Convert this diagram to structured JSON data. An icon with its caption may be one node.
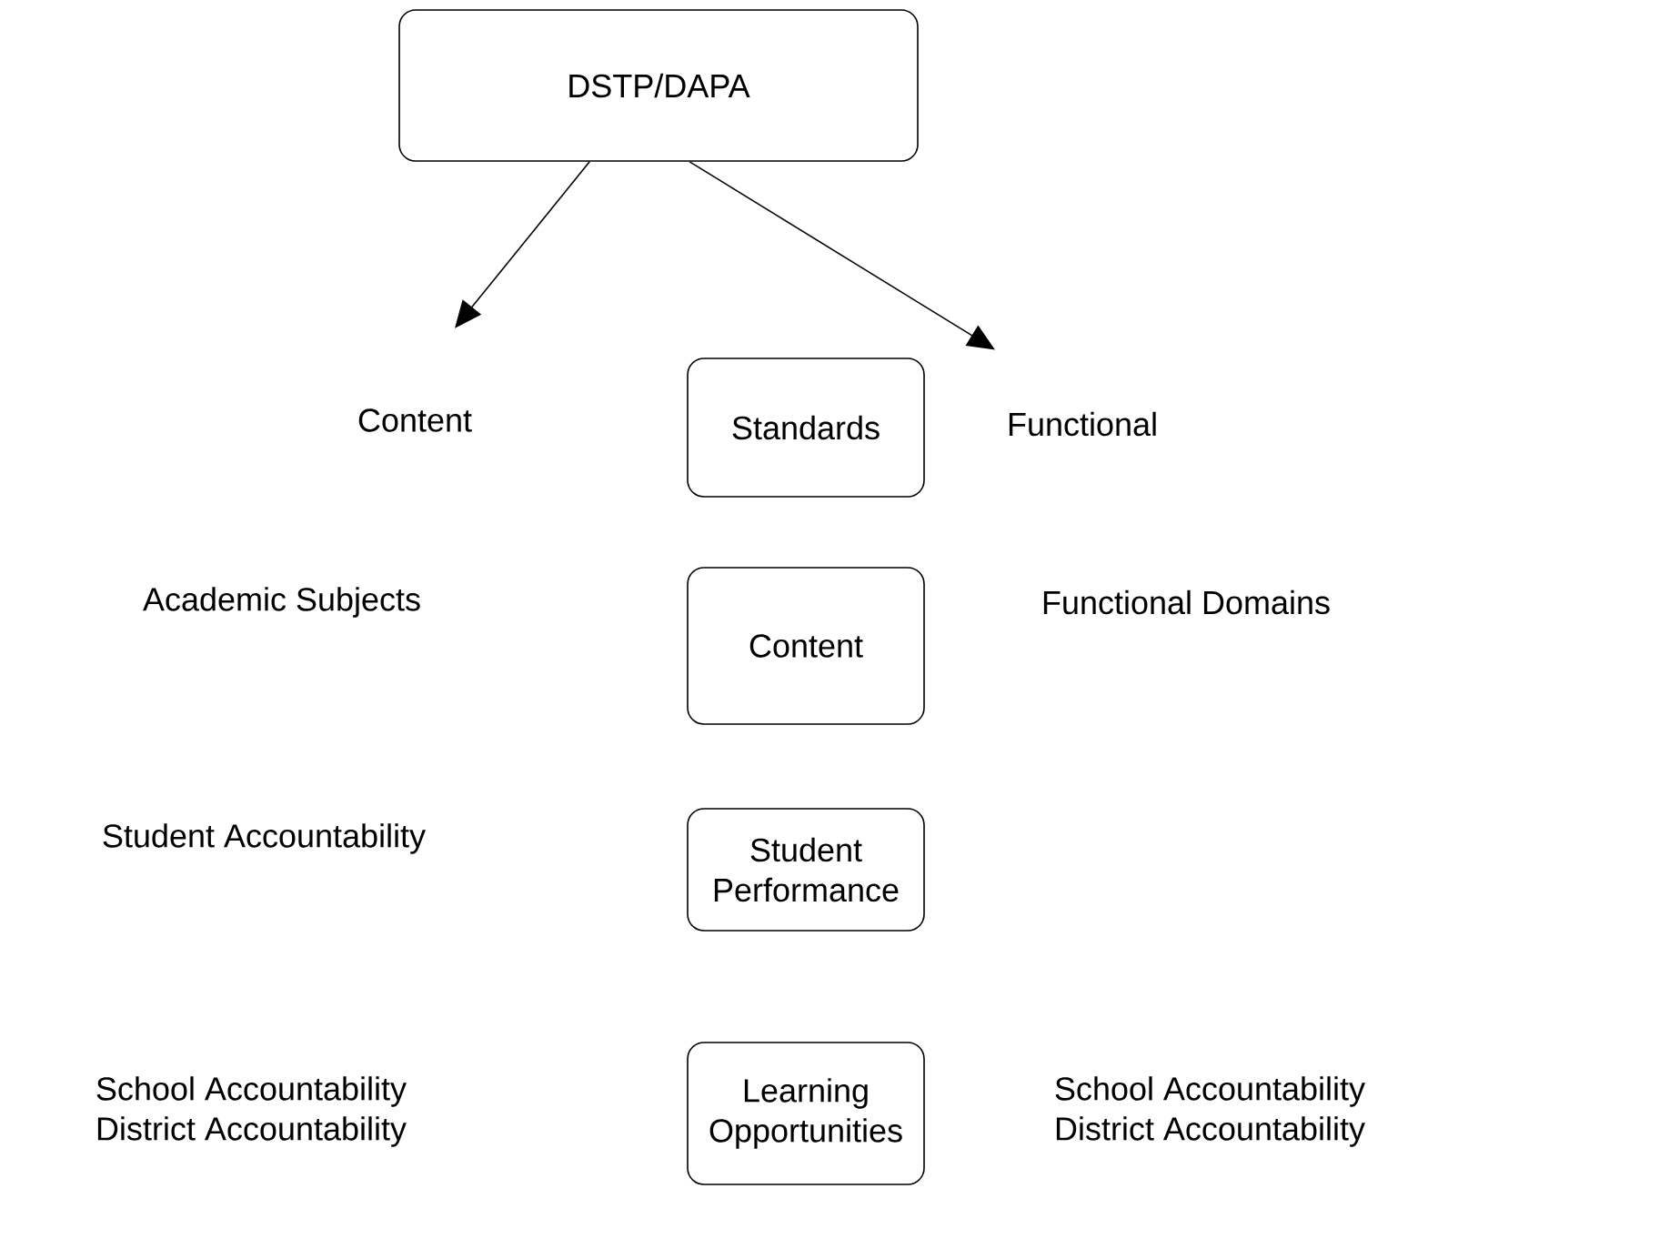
{
  "diagram": {
    "nodes": [
      {
        "text": [
          "DSTP/DAPA"
        ]
      },
      {
        "text": [
          "Content"
        ]
      },
      {
        "text": [
          "Functional"
        ]
      },
      {
        "text": [
          "Standards"
        ]
      },
      {
        "text": [
          "Content"
        ]
      },
      {
        "text": [
          "Student Performance"
        ]
      },
      {
        "text": [
          "Learning Opportunities"
        ]
      }
    ],
    "edges": [
      {
        "from": 0,
        "to": 1,
        "arrow": "to"
      },
      {
        "from": 0,
        "to": 2,
        "arrow": "to"
      }
    ],
    "labels": [
      "Academic Subjects",
      "Functional Domains",
      "Student Accountability",
      "School Accountability",
      "District Accountability",
      "School Accountability",
      "District Accountability"
    ]
  }
}
